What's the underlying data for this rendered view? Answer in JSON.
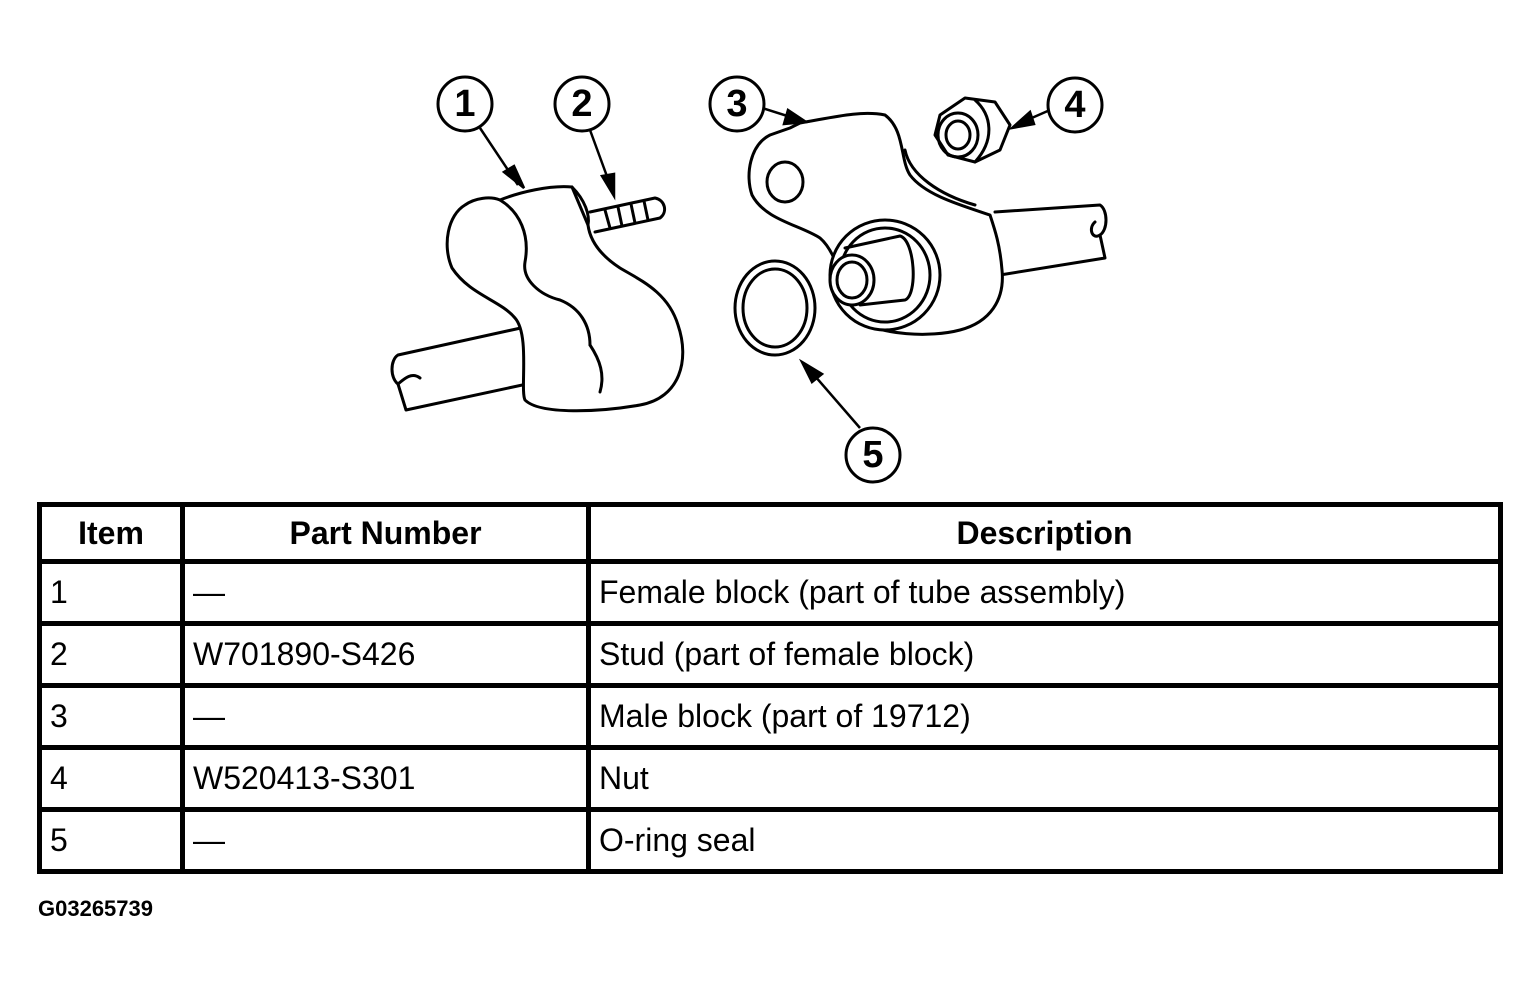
{
  "callouts": [
    "1",
    "2",
    "3",
    "4",
    "5"
  ],
  "table": {
    "headers": [
      "Item",
      "Part Number",
      "Description"
    ],
    "rows": [
      {
        "item": "1",
        "part_number": "—",
        "description": "Female block (part of tube assembly)"
      },
      {
        "item": "2",
        "part_number": "W701890-S426",
        "description": "Stud (part of female block)"
      },
      {
        "item": "3",
        "part_number": "—",
        "description": "Male block (part of 19712)"
      },
      {
        "item": "4",
        "part_number": "W520413-S301",
        "description": "Nut"
      },
      {
        "item": "5",
        "part_number": "—",
        "description": "O-ring seal"
      }
    ]
  },
  "figure_id": "G03265739"
}
